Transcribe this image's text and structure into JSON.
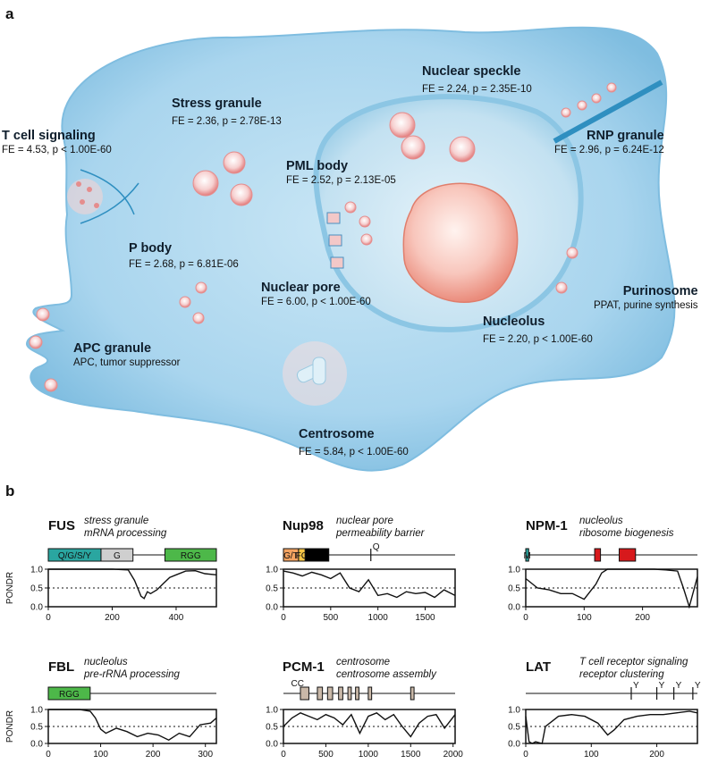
{
  "panel_a": {
    "letter": "a",
    "labels": [
      {
        "id": "stress-granule",
        "title": "Stress granule",
        "sub": "FE = 2.36, p = 2.78E-13"
      },
      {
        "id": "nuclear-speckle",
        "title": "Nuclear speckle",
        "sub": "FE = 2.24, p = 2.35E-10"
      },
      {
        "id": "t-cell-signaling",
        "title": "T cell signaling",
        "sub": "FE = 4.53, p < 1.00E-60"
      },
      {
        "id": "rnp-granule",
        "title": "RNP granule",
        "sub": "FE = 2.96, p = 6.24E-12"
      },
      {
        "id": "pml-body",
        "title": "PML body",
        "sub": "FE = 2.52, p = 2.13E-05"
      },
      {
        "id": "p-body",
        "title": "P body",
        "sub": "FE = 2.68, p = 6.81E-06"
      },
      {
        "id": "nuclear-pore",
        "title": "Nuclear pore",
        "sub": "FE = 6.00, p < 1.00E-60"
      },
      {
        "id": "purinosome",
        "title": "Purinosome",
        "sub": "PPAT, purine synthesis"
      },
      {
        "id": "nucleolus",
        "title": "Nucleolus",
        "sub": "FE = 2.20, p < 1.00E-60"
      },
      {
        "id": "apc-granule",
        "title": "APC granule",
        "sub": "APC, tumor suppressor"
      },
      {
        "id": "centrosome",
        "title": "Centrosome",
        "sub": "FE = 5.84, p < 1.00E-60"
      }
    ]
  },
  "panel_b": {
    "letter": "b",
    "ylabel": "PONDR",
    "ytick_labels": [
      "1.0",
      "0.5",
      "0.0"
    ],
    "proteins": [
      {
        "name": "FUS",
        "desc": [
          "stress granule",
          "mRNA processing"
        ],
        "domains": [
          {
            "label": "Q/G/S/Y",
            "color": "#2aa6a0"
          },
          {
            "label": "G",
            "color": "#cfcfcf"
          },
          {
            "label": "RGG",
            "color": "#4db849"
          }
        ],
        "xticks": [
          "0",
          "200",
          "400"
        ]
      },
      {
        "name": "Nup98",
        "desc": [
          "nuclear pore",
          "permeability barrier"
        ],
        "domains": [
          {
            "label": "G/T",
            "color": "#f4a361"
          },
          {
            "label": "FG",
            "color": "#f7c646"
          },
          {
            "label": "Q",
            "color": "#000000"
          }
        ],
        "xticks": [
          "0",
          "500",
          "1000",
          "1500"
        ]
      },
      {
        "name": "NPM-1",
        "desc": [
          "nucleolus",
          "ribosome biogenesis"
        ],
        "domains": [
          {
            "label": "M",
            "color": "#2aa6a0"
          },
          {
            "label": "",
            "color": "#d7191c"
          },
          {
            "label": "",
            "color": "#d7191c"
          }
        ],
        "xticks": [
          "0",
          "100",
          "200"
        ]
      },
      {
        "name": "FBL",
        "desc": [
          "nucleolus",
          "pre-rRNA processing"
        ],
        "domains": [
          {
            "label": "RGG",
            "color": "#4db849"
          }
        ],
        "xticks": [
          "0",
          "100",
          "200",
          "300"
        ]
      },
      {
        "name": "PCM-1",
        "desc": [
          "centrosome",
          "centrosome assembly"
        ],
        "domains": [
          {
            "label": "CC",
            "color": "#c9b8a8"
          }
        ],
        "xticks": [
          "0",
          "500",
          "1000",
          "1500",
          "2000"
        ]
      },
      {
        "name": "LAT",
        "desc": [
          "T cell receptor signaling",
          "receptor clustering"
        ],
        "domains": [
          {
            "label": "Y",
            "color": "#000000"
          },
          {
            "label": "Y",
            "color": "#000000"
          },
          {
            "label": "Y",
            "color": "#000000"
          },
          {
            "label": "Y",
            "color": "#000000"
          }
        ],
        "xticks": [
          "0",
          "100",
          "200"
        ]
      }
    ]
  },
  "chart_data": [
    {
      "type": "line",
      "protein": "FUS",
      "ylabel": "PONDR",
      "ylim": [
        0,
        1
      ],
      "xlim": [
        0,
        526
      ],
      "x": [
        0,
        50,
        100,
        150,
        200,
        250,
        270,
        290,
        300,
        310,
        320,
        340,
        360,
        380,
        400,
        430,
        460,
        490,
        526
      ],
      "y": [
        1.0,
        1.0,
        1.0,
        1.0,
        1.0,
        0.98,
        0.7,
        0.28,
        0.22,
        0.4,
        0.35,
        0.45,
        0.62,
        0.78,
        0.85,
        0.95,
        0.96,
        0.88,
        0.85
      ]
    },
    {
      "type": "line",
      "protein": "Nup98",
      "ylabel": "PONDR",
      "ylim": [
        0,
        1
      ],
      "xlim": [
        0,
        1817
      ],
      "x": [
        0,
        100,
        200,
        300,
        400,
        500,
        600,
        700,
        800,
        900,
        1000,
        1100,
        1200,
        1300,
        1400,
        1500,
        1600,
        1700,
        1817
      ],
      "y": [
        0.95,
        0.9,
        0.82,
        0.92,
        0.85,
        0.75,
        0.9,
        0.5,
        0.4,
        0.72,
        0.3,
        0.35,
        0.25,
        0.4,
        0.35,
        0.38,
        0.25,
        0.45,
        0.3
      ]
    },
    {
      "type": "line",
      "protein": "NPM-1",
      "ylabel": "PONDR",
      "ylim": [
        0,
        1
      ],
      "xlim": [
        0,
        294
      ],
      "x": [
        0,
        20,
        40,
        60,
        80,
        100,
        120,
        130,
        140,
        160,
        180,
        200,
        220,
        240,
        260,
        270,
        280,
        294
      ],
      "y": [
        0.75,
        0.5,
        0.45,
        0.35,
        0.35,
        0.2,
        0.6,
        0.9,
        1.0,
        1.0,
        1.0,
        1.0,
        1.0,
        0.98,
        0.95,
        0.5,
        0.0,
        0.8
      ]
    },
    {
      "type": "line",
      "protein": "FBL",
      "ylabel": "PONDR",
      "ylim": [
        0,
        1
      ],
      "xlim": [
        0,
        321
      ],
      "x": [
        0,
        20,
        40,
        60,
        80,
        90,
        100,
        110,
        130,
        150,
        170,
        190,
        210,
        230,
        250,
        270,
        290,
        310,
        321
      ],
      "y": [
        1.0,
        1.0,
        1.0,
        1.0,
        0.95,
        0.75,
        0.42,
        0.3,
        0.45,
        0.35,
        0.2,
        0.3,
        0.25,
        0.1,
        0.3,
        0.2,
        0.55,
        0.6,
        0.75
      ]
    },
    {
      "type": "line",
      "protein": "PCM-1",
      "ylabel": "PONDR",
      "ylim": [
        0,
        1
      ],
      "xlim": [
        0,
        2024
      ],
      "x": [
        0,
        100,
        200,
        300,
        400,
        500,
        600,
        700,
        800,
        900,
        1000,
        1100,
        1200,
        1300,
        1400,
        1500,
        1600,
        1700,
        1800,
        1900,
        2024
      ],
      "y": [
        0.5,
        0.75,
        0.9,
        0.8,
        0.7,
        0.85,
        0.75,
        0.55,
        0.85,
        0.3,
        0.8,
        0.9,
        0.7,
        0.85,
        0.5,
        0.2,
        0.6,
        0.8,
        0.85,
        0.45,
        0.85
      ]
    },
    {
      "type": "line",
      "protein": "LAT",
      "ylabel": "PONDR",
      "ylim": [
        0,
        1
      ],
      "xlim": [
        0,
        262
      ],
      "x": [
        0,
        5,
        10,
        15,
        25,
        30,
        40,
        50,
        70,
        90,
        110,
        125,
        135,
        150,
        170,
        190,
        210,
        230,
        250,
        262
      ],
      "y": [
        0.8,
        0.05,
        0.0,
        0.05,
        0.0,
        0.5,
        0.65,
        0.8,
        0.85,
        0.8,
        0.6,
        0.25,
        0.4,
        0.7,
        0.8,
        0.85,
        0.85,
        0.9,
        0.95,
        0.9
      ]
    }
  ]
}
